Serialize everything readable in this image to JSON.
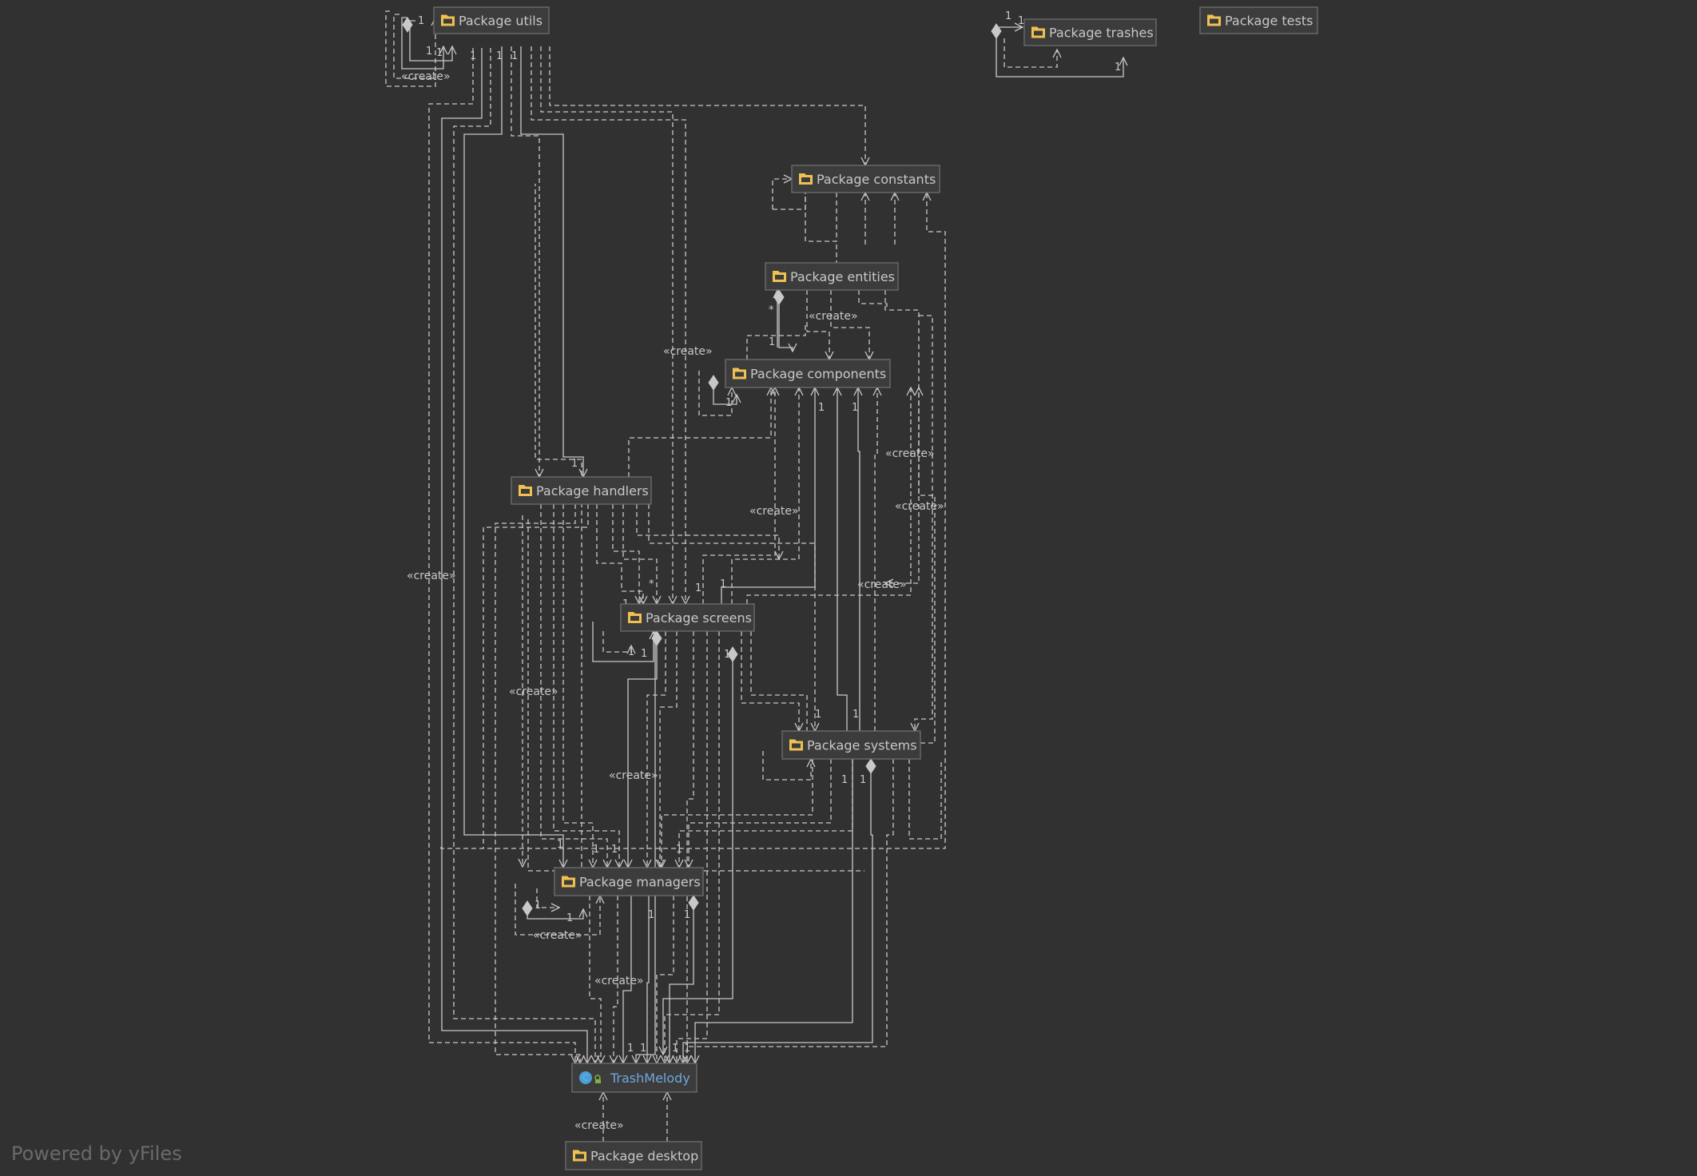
{
  "diagram": {
    "nodes": [
      {
        "id": "utils",
        "label": "Package utils",
        "kind": "package"
      },
      {
        "id": "trashes",
        "label": "Package trashes",
        "kind": "package"
      },
      {
        "id": "tests",
        "label": "Package tests",
        "kind": "package"
      },
      {
        "id": "constants",
        "label": "Package constants",
        "kind": "package"
      },
      {
        "id": "entities",
        "label": "Package entities",
        "kind": "package"
      },
      {
        "id": "components",
        "label": "Package components",
        "kind": "package"
      },
      {
        "id": "handlers",
        "label": "Package handlers",
        "kind": "package"
      },
      {
        "id": "screens",
        "label": "Package screens",
        "kind": "package"
      },
      {
        "id": "systems",
        "label": "Package systems",
        "kind": "package"
      },
      {
        "id": "managers",
        "label": "Package managers",
        "kind": "package"
      },
      {
        "id": "trashmelody",
        "label": "TrashMelody",
        "kind": "class"
      },
      {
        "id": "desktop",
        "label": "Package desktop",
        "kind": "package"
      }
    ],
    "create_label": "«create»",
    "multiplicity_one": "1",
    "multiplicity_many": "*",
    "colors": {
      "background": "#313131",
      "node_fill": "#3c3c3c",
      "node_border": "#6a6a6a",
      "text": "#c8c8c8",
      "line": "#c8c8c8",
      "folder_icon": "#f0c050",
      "class_icon": "#4a9fd8",
      "class_label": "#6fa8dc"
    },
    "icons": {
      "package": "folder-icon",
      "class": "class-icon"
    }
  },
  "footer": {
    "watermark": "Powered by yFiles"
  }
}
